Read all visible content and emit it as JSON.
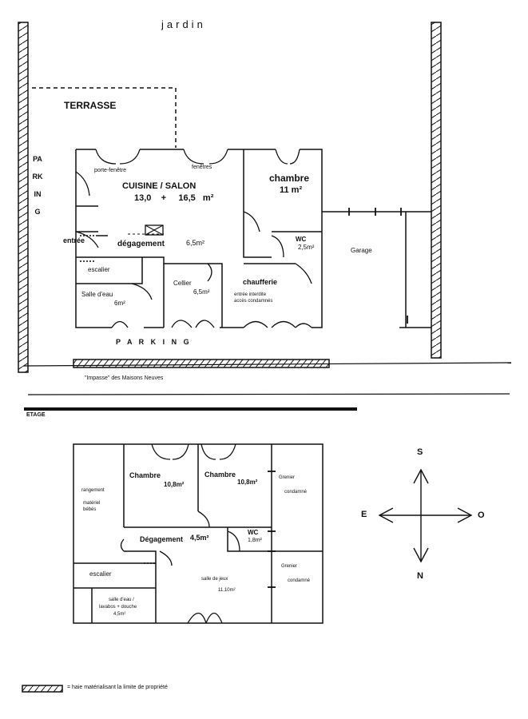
{
  "ground": {
    "jardin": "jardin",
    "terrasse": "TERRASSE",
    "parking_side": "PARKING",
    "porte_fenetre": "porte-fenêtre",
    "fenetres": "fenêtres",
    "cuisine_salon": "CUISINE / SALON",
    "cuisine_salon_area": "13,0    +     16,5   m²",
    "chambre": "chambre",
    "chambre_area": "11 m²",
    "entree": "entrée",
    "degagement": "dégagement",
    "degagement_area": "6,5m²",
    "wc": "WC",
    "wc_area": "2,5m²",
    "garage": "Garage",
    "escalier": "escalier",
    "salle_eau": "Salle d'eau",
    "salle_eau_area": "6m²",
    "cellier": "Cellier",
    "cellier_area": "6,5m²",
    "chaufferie": "chaufferie",
    "chaufferie_note_1": "entrée interdite",
    "chaufferie_note_2": "accès condamnés",
    "parking_bottom": "P A R K I N G",
    "impasse": "\"Impasse\" des Maisons Neuves"
  },
  "etage": {
    "title": "ETAGE",
    "rangement_1": "rangement",
    "rangement_2": "matériel",
    "rangement_3": "bébés",
    "chambre1": "Chambre",
    "chambre1_area": "10,8m²",
    "chambre2": "Chambre",
    "chambre2_area": "10,8m²",
    "grenier1_1": "Grenier",
    "grenier1_2": "condamné",
    "degagement": "Dégagement",
    "degagement_area": "4,5m²",
    "wc": "WC",
    "wc_area": "1,8m²",
    "escalier": "escalier",
    "salle_jeux": "salle de jeux",
    "salle_jeux_area": "11,10m²",
    "grenier2_1": "Grenier",
    "grenier2_2": "condamné",
    "salle_eau_1": "salle d'eau /",
    "salle_eau_2": "lavabos  + douche",
    "salle_eau_3": "4,5m²"
  },
  "compass": {
    "s": "S",
    "n": "N",
    "e": "E",
    "o": "O"
  },
  "legend": {
    "text": "= haie matérialisant la limite de propriété"
  }
}
